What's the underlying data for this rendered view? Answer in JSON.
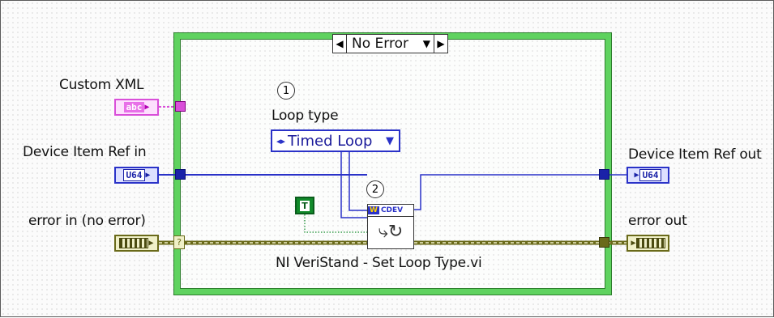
{
  "inputs": {
    "custom_xml": "Custom XML",
    "device_item_ref_in": "Device Item Ref in",
    "error_in": "error in (no error)"
  },
  "outputs": {
    "device_item_ref_out": "Device Item Ref out",
    "error_out": "error out"
  },
  "case_selector": {
    "value": "No Error"
  },
  "loop_type": {
    "label": "Loop type",
    "value": "Timed Loop"
  },
  "callouts": {
    "one": "1",
    "two": "2"
  },
  "subvi": {
    "name": "NI VeriStand - Set Loop Type.vi",
    "banner": "CDEV"
  },
  "terminals": {
    "u64": "U64",
    "abc": "abc",
    "true_const": "T"
  },
  "colors": {
    "case_frame": "#5fd25f",
    "refnum_wire": "#2a32c8",
    "string_wire": "#d94fd9",
    "error_wire": "#6a6a1a",
    "boolean": "#118a2a"
  },
  "icons": {
    "case_prev": "left-triangle-icon",
    "case_next": "right-triangle-icon",
    "case_menu": "down-triangle-icon",
    "subvi": "loop-type-subvi-icon"
  }
}
